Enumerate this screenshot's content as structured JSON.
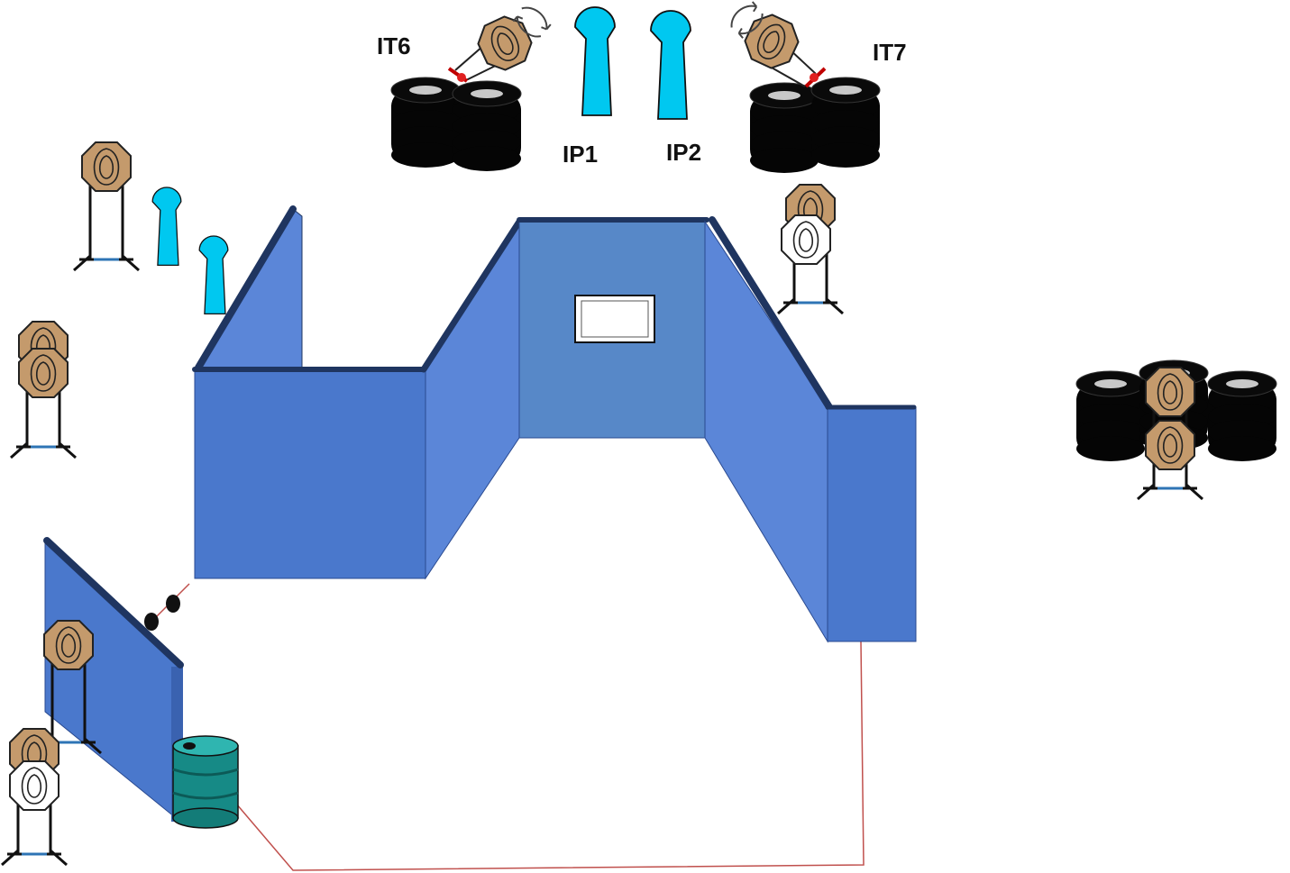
{
  "labels": {
    "it6": "IT6",
    "it7": "IT7",
    "ip1": "IP1",
    "ip2": "IP2"
  },
  "colors": {
    "wall_front": "#4a78cc",
    "wall_side": "#5b86d8",
    "wall_center": "#5788c8",
    "wall_edge": "#1f3560",
    "popper": "#00c8f0",
    "target_tan": "#c49a6c",
    "no_shoot": "#ffffff",
    "tire": "#050505",
    "barrel": "#168a86",
    "fault_line": "#c0504d"
  },
  "icons": [
    "steel-target-icon",
    "no-shoot-target-icon",
    "popper-icon",
    "tire-stack-icon",
    "barrel-icon",
    "swinger-arrow-icon"
  ]
}
